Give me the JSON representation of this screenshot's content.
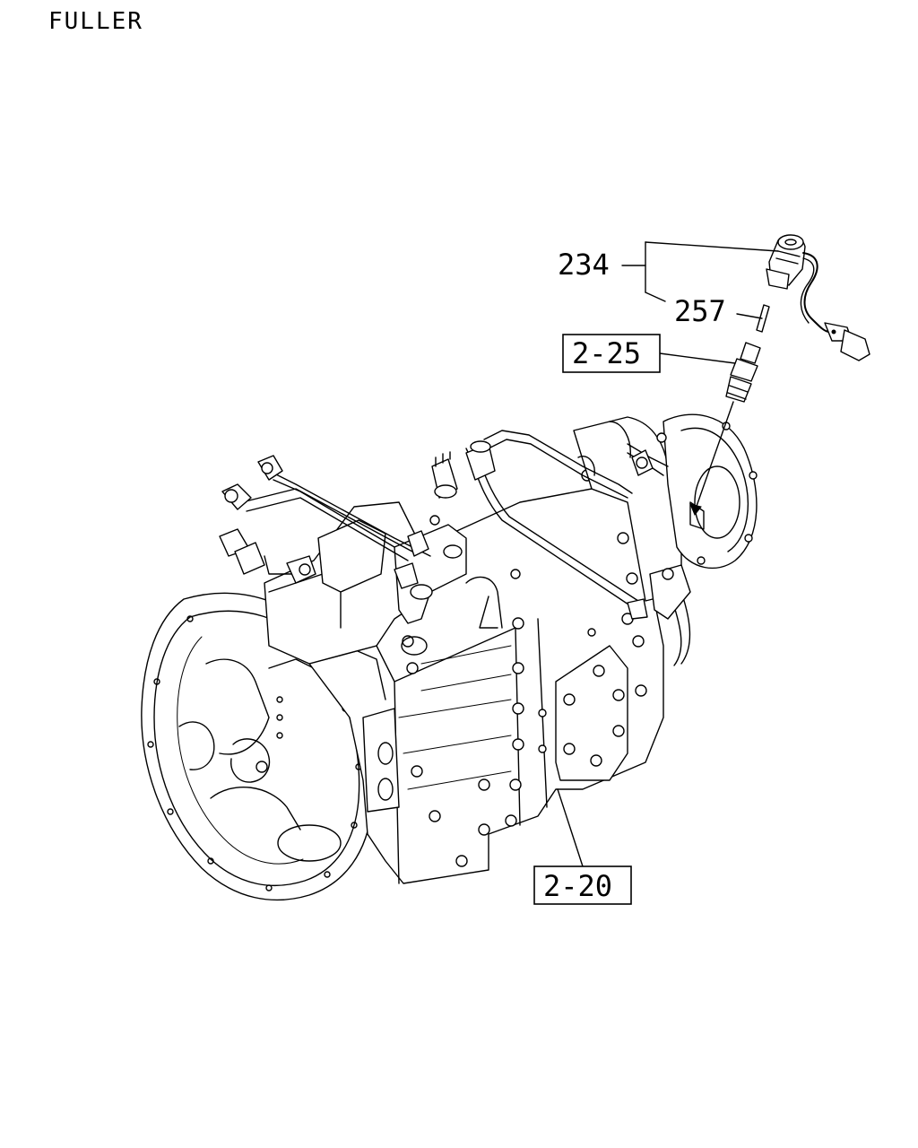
{
  "header": {
    "title": "FULLER"
  },
  "callouts": {
    "part_234": "234",
    "part_257": "257",
    "ref_2_25": "2-25",
    "ref_2_20": "2-20"
  }
}
